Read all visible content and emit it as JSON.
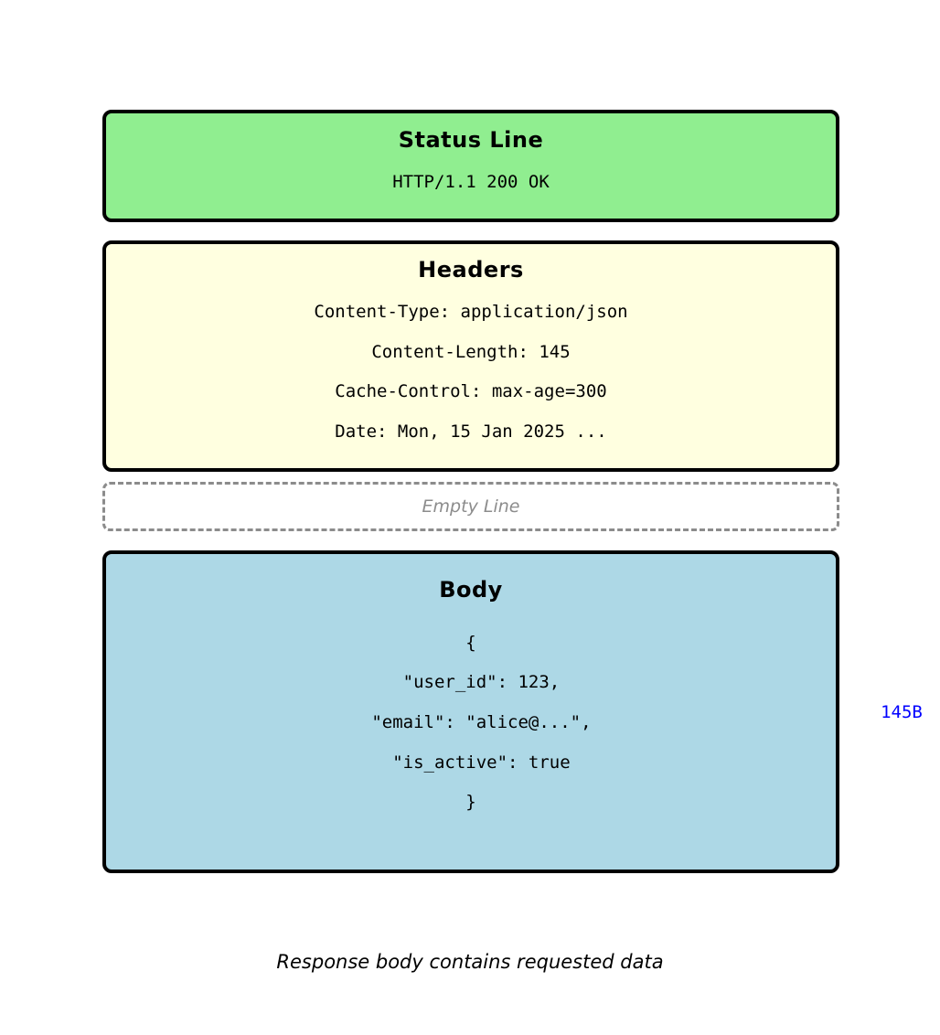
{
  "diagram": {
    "status_line": {
      "title": "Status Line",
      "content": "HTTP/1.1 200 OK"
    },
    "headers": {
      "title": "Headers",
      "lines": [
        "Content-Type: application/json",
        "Content-Length: 145",
        "Cache-Control: max-age=300",
        "Date: Mon, 15 Jan 2025 ..."
      ]
    },
    "empty_line": {
      "label": "Empty Line"
    },
    "body": {
      "title": "Body",
      "lines": [
        "{",
        "  \"user_id\": 123,",
        "  \"email\": \"alice@...\",",
        "  \"is_active\": true",
        "}"
      ],
      "size_label": "145B"
    },
    "caption": "Response body contains requested data"
  },
  "colors": {
    "background": "#FFFFFF",
    "status_bg": "#90EE90",
    "headers_bg": "#FFFFE0",
    "body_bg": "#ADD8E6",
    "panel_border": "#000000",
    "empty_border": "#8C8C8C",
    "empty_text": "#8C8C8C",
    "size_label_text": "#0000FF",
    "text": "#000000"
  }
}
